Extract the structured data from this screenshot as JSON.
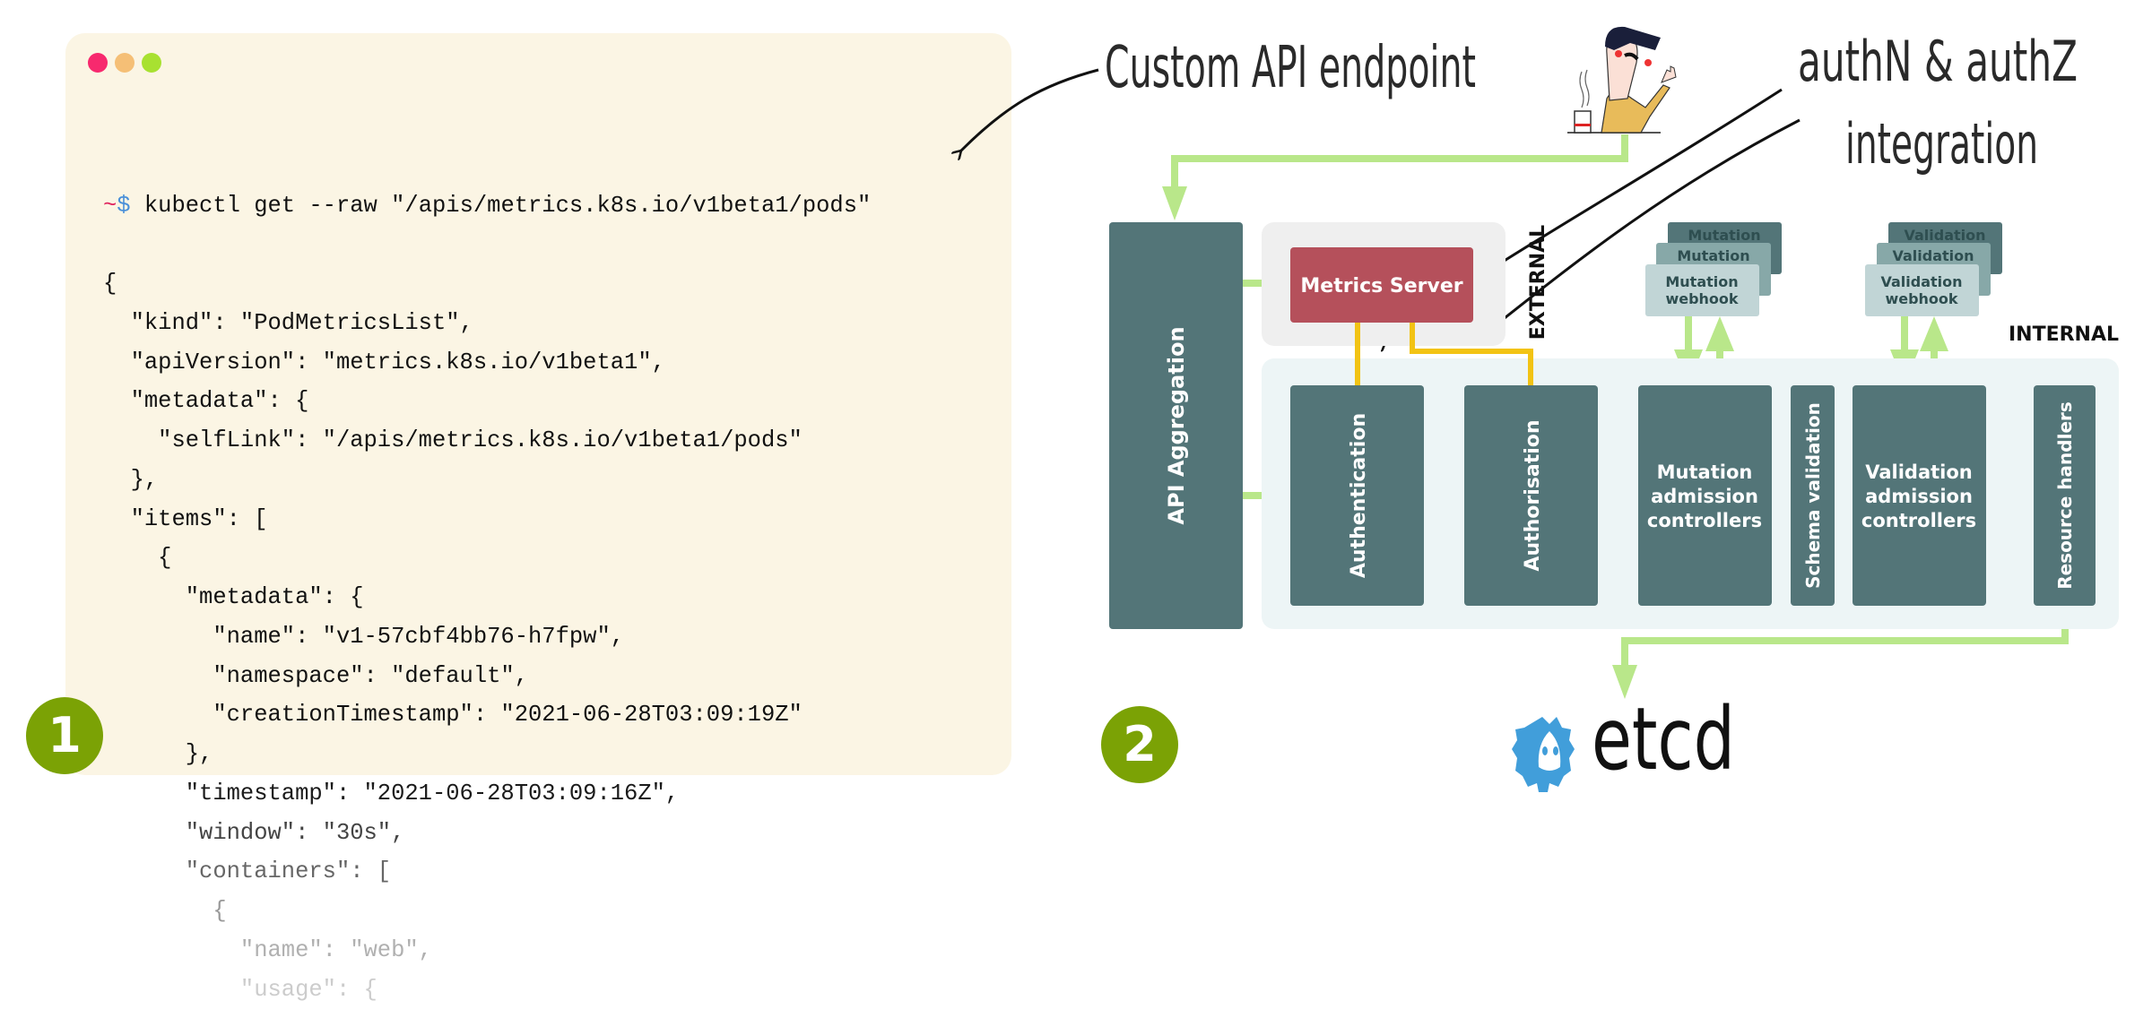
{
  "terminal": {
    "dots": [
      "#f7296e",
      "#f5bf76",
      "#a8e131"
    ],
    "prompt": {
      "tilde": "~",
      "dollar": "$",
      "command": " kubectl get --raw \"/apis/metrics.k8s.io/v1beta1/pods\""
    },
    "lines": [
      {
        "text": "{",
        "color": "#111111"
      },
      {
        "text": "  \"kind\": \"PodMetricsList\",",
        "color": "#111111"
      },
      {
        "text": "  \"apiVersion\": \"metrics.k8s.io/v1beta1\",",
        "color": "#111111"
      },
      {
        "text": "  \"metadata\": {",
        "color": "#111111"
      },
      {
        "text": "    \"selfLink\": \"/apis/metrics.k8s.io/v1beta1/pods\"",
        "color": "#111111"
      },
      {
        "text": "  },",
        "color": "#111111"
      },
      {
        "text": "  \"items\": [",
        "color": "#111111"
      },
      {
        "text": "    {",
        "color": "#111111"
      },
      {
        "text": "      \"metadata\": {",
        "color": "#111111"
      },
      {
        "text": "        \"name\": \"v1-57cbf4bb76-h7fpw\",",
        "color": "#111111"
      },
      {
        "text": "        \"namespace\": \"default\",",
        "color": "#111111"
      },
      {
        "text": "        \"creationTimestamp\": \"2021-06-28T03:09:19Z\"",
        "color": "#111111"
      },
      {
        "text": "      },",
        "color": "#111111"
      },
      {
        "text": "      \"timestamp\": \"2021-06-28T03:09:16Z\",",
        "color": "#1a1a1a"
      },
      {
        "text": "      \"window\": \"30s\",",
        "color": "#444444"
      },
      {
        "text": "      \"containers\": [",
        "color": "#666666"
      },
      {
        "text": "        {",
        "color": "#999999"
      },
      {
        "text": "          \"name\": \"web\",",
        "color": "#b0b0b0"
      },
      {
        "text": "          \"usage\": {",
        "color": "#cccccc"
      }
    ]
  },
  "badges": {
    "one": "1",
    "two": "2"
  },
  "annotations": {
    "custom_api": "Custom API endpoint",
    "authn_authz": "authN & authZ",
    "integration": "integration"
  },
  "diagram": {
    "api_aggregation": "API Aggregation",
    "metrics_server": "Metrics Server",
    "external_label": "EXTERNAL",
    "internal_label": "INTERNAL",
    "authentication": "Authentication",
    "authorisation": "Authorisation",
    "mutation_controllers": [
      "Mutation",
      "admission",
      "controllers"
    ],
    "schema_validation": "Schema validation",
    "validation_controllers": [
      "Validation",
      "admission",
      "controllers"
    ],
    "resource_handlers": "Resource handlers",
    "mutation_webhook_stack": [
      "Mutation",
      "Mutation",
      "Mutation",
      "webhook"
    ],
    "validation_webhook_stack": [
      "Validation",
      "Validation",
      "Validation",
      "webhook"
    ],
    "etcd": "etcd"
  },
  "colors": {
    "panel_bg": "#fbf5e4",
    "box_teal": "#537578",
    "metrics_red": "#b5505b",
    "flow_green": "#b9e78a",
    "auth_yellow": "#f2c314",
    "badge_olive": "#7ba205",
    "internal_bg": "#edf5f6",
    "external_bg": "#efefef",
    "etcd_blue": "#419eda"
  }
}
